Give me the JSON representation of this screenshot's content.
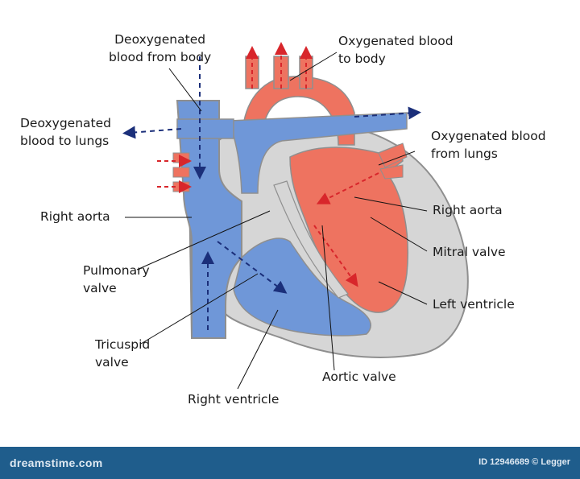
{
  "labels": {
    "deoxy_from_body_1": "Deoxygenated",
    "deoxy_from_body_2": "blood from body",
    "oxy_to_body_1": "Oxygenated blood",
    "oxy_to_body_2": "to body",
    "deoxy_to_lungs_1": "Deoxygenated",
    "deoxy_to_lungs_2": "blood to lungs",
    "oxy_from_lungs_1": "Oxygenated blood",
    "oxy_from_lungs_2": "from lungs",
    "right_aorta_left": "Right aorta",
    "right_aorta_right": "Right aorta",
    "mitral_valve": "Mitral valve",
    "pulmonary_valve_1": "Pulmonary",
    "pulmonary_valve_2": "valve",
    "left_ventricle": "Left ventricle",
    "tricuspid_valve_1": "Tricuspid",
    "tricuspid_valve_2": "valve",
    "aortic_valve": "Aortic valve",
    "right_ventricle": "Right ventricle"
  },
  "footer": {
    "site": "dreamstime.com",
    "credit": "ID 12946689 © Legger"
  },
  "colors": {
    "deoxygenated": "#6f97d8",
    "oxygenated": "#ee7360",
    "outline": "#9a9a9a",
    "wall": "#d6d6d6",
    "arrow_blue": "#1b2f7a",
    "arrow_red": "#d8262b",
    "footer": "#1f5d8c"
  }
}
